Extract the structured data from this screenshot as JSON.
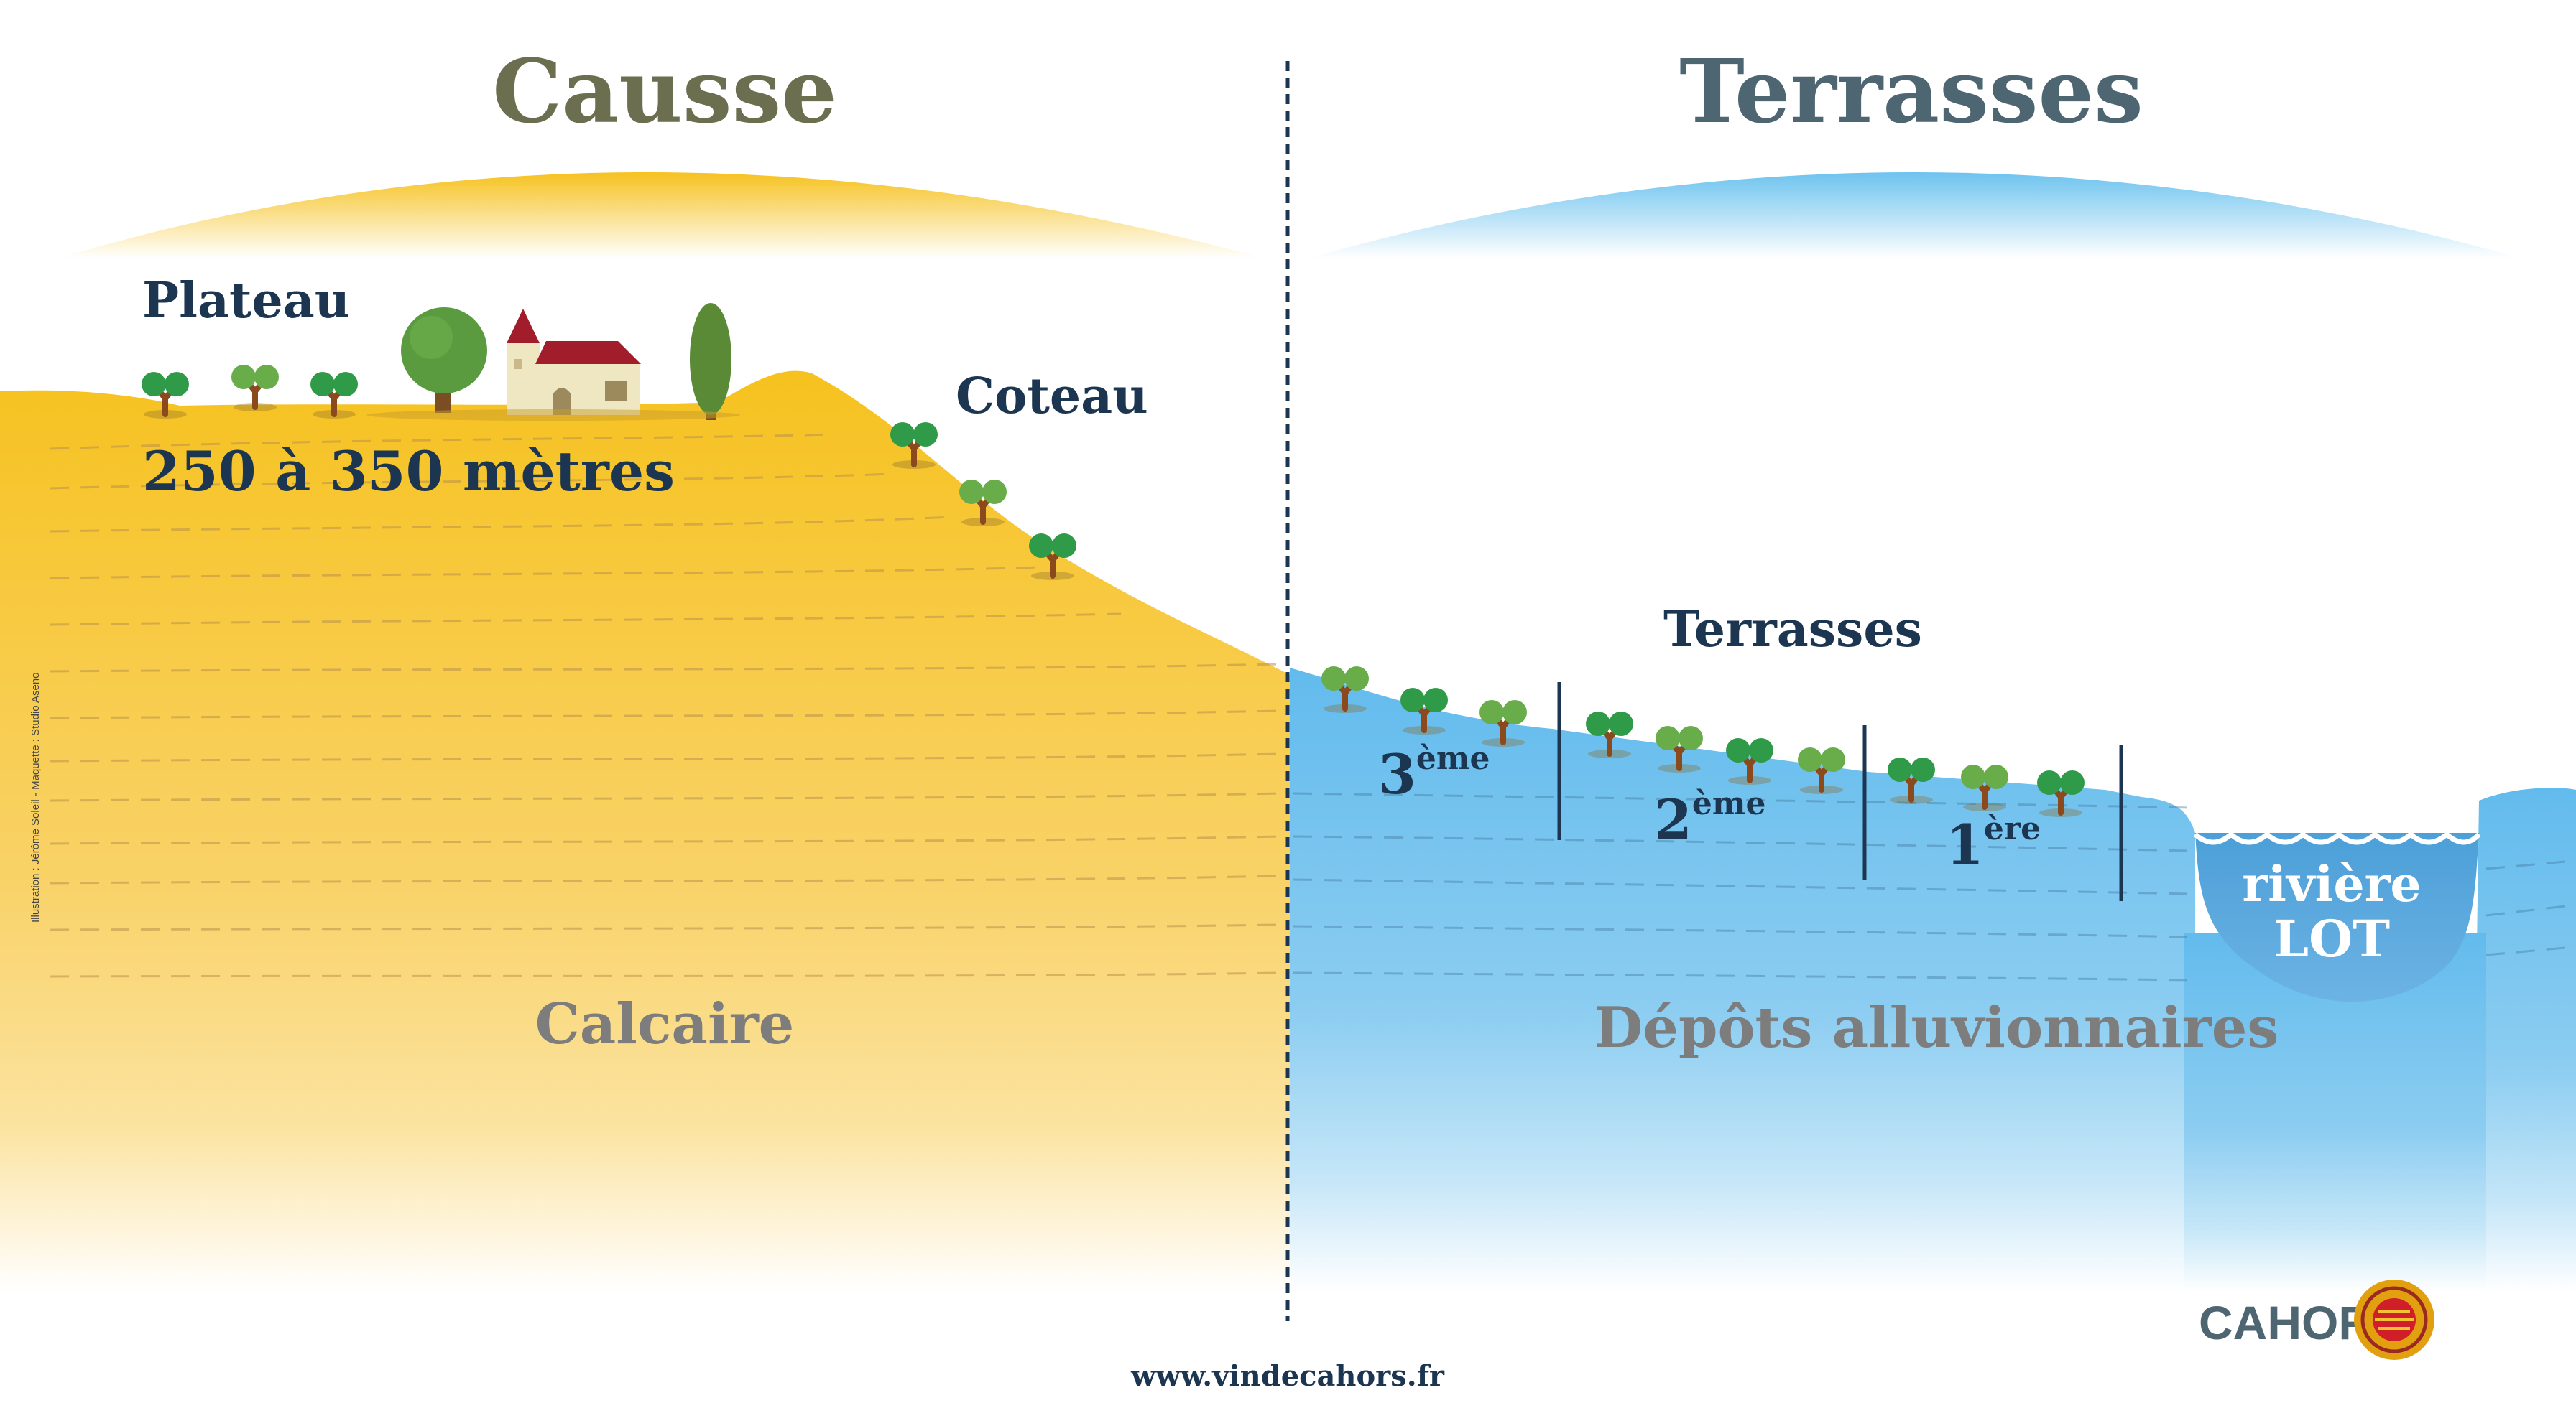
{
  "sections": {
    "left": {
      "title": "Causse",
      "rock": "Calcaire"
    },
    "right": {
      "title": "Terrasses",
      "rock": "Dépôts alluvionnaires"
    }
  },
  "labels": {
    "plateau": "Plateau",
    "altitude": "250 à 350 mètres",
    "coteau": "Coteau",
    "terrasses": "Terrasses",
    "terrace_3": {
      "num": "3",
      "sup": "ème"
    },
    "terrace_2": {
      "num": "2",
      "sup": "ème"
    },
    "terrace_1": {
      "num": "1",
      "sup": "ère"
    },
    "river_line1": "rivière",
    "river_line2": "LOT"
  },
  "credit": "Illustration : Jérôme Soleil - Maquette : Studio Aseno",
  "brand": "CAHORS",
  "website": "www.vindecahors.fr",
  "colors": {
    "causse_title": "#6b6e4f",
    "terrasses_title": "#4e6572",
    "label_dark": "#1c3550",
    "rock_label": "#7d7d7d",
    "limestone": "#f6c531",
    "alluvial": "#6cc0ee",
    "river": "#5aa6dc",
    "divider": "#1c3550"
  },
  "icons": [
    "vine-icon",
    "tree-icon",
    "house-icon",
    "cypress-icon",
    "aop-seal-icon"
  ]
}
